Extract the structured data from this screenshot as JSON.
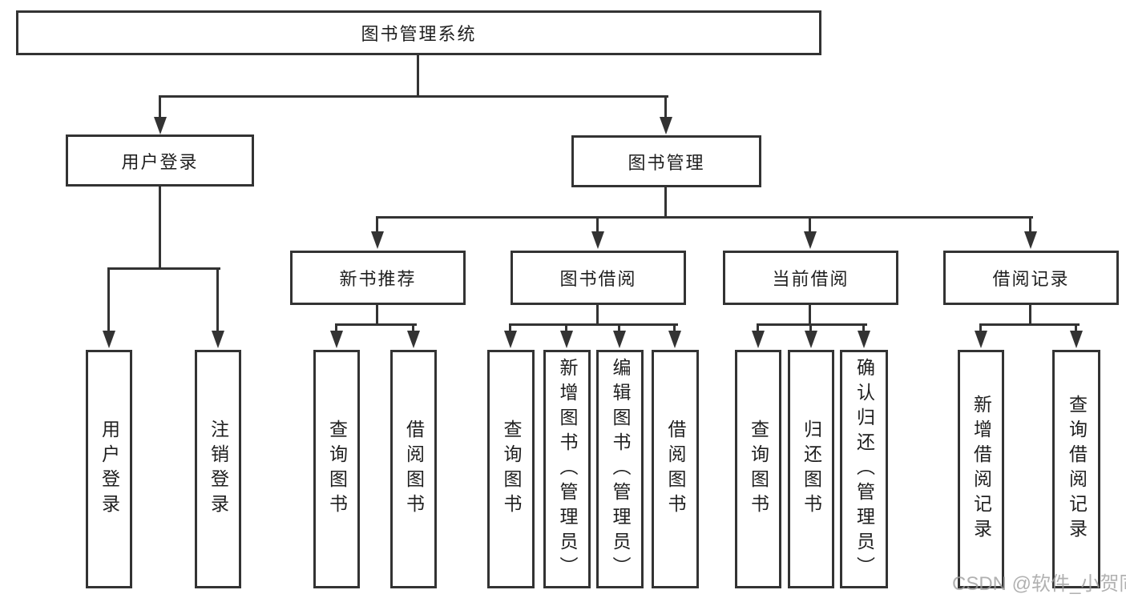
{
  "diagram": {
    "title": "图书管理系统",
    "type": "hierarchy-tree",
    "tree": {
      "label": "图书管理系统",
      "children": [
        {
          "label": "用户登录",
          "children": [
            {
              "label": "用户登录"
            },
            {
              "label": "注销登录"
            }
          ]
        },
        {
          "label": "图书管理",
          "children": [
            {
              "label": "新书推荐",
              "children": [
                {
                  "label": "查询图书"
                },
                {
                  "label": "借阅图书"
                }
              ]
            },
            {
              "label": "图书借阅",
              "children": [
                {
                  "label": "查询图书"
                },
                {
                  "label": "新增图书（管理员）"
                },
                {
                  "label": "编辑图书（管理员）"
                },
                {
                  "label": "借阅图书"
                }
              ]
            },
            {
              "label": "当前借阅",
              "children": [
                {
                  "label": "查询图书"
                },
                {
                  "label": "归还图书"
                },
                {
                  "label": "确认归还（管理员）"
                }
              ]
            },
            {
              "label": "借阅记录",
              "children": [
                {
                  "label": "新增借阅记录"
                },
                {
                  "label": "查询借阅记录"
                }
              ]
            }
          ]
        }
      ]
    },
    "colors": {
      "line": "#333333",
      "text": "#1f1f1f",
      "background": "#ffffff",
      "watermark": "#9e9e9e"
    }
  },
  "watermark": {
    "text": "CSDN @软件_小贺同学"
  }
}
